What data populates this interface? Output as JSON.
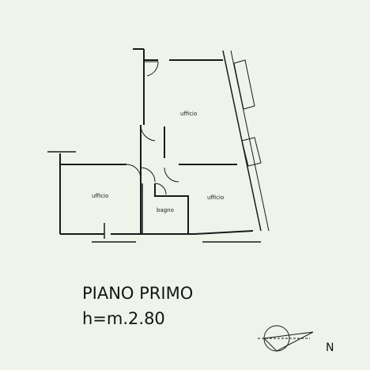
{
  "plan": {
    "rooms": [
      {
        "id": "uffici-top",
        "label": "ufficio"
      },
      {
        "id": "uffici-left",
        "label": "ufficio"
      },
      {
        "id": "bagno",
        "label": "bagno"
      },
      {
        "id": "uffici-right",
        "label": "ufficio"
      }
    ]
  },
  "caption": {
    "floor": "PIANO PRIMO",
    "height": "h=m.2.80"
  },
  "compass": {
    "north_label": "N"
  },
  "colors": {
    "background": "#eef4ea",
    "wall": "#1a1a1a"
  }
}
